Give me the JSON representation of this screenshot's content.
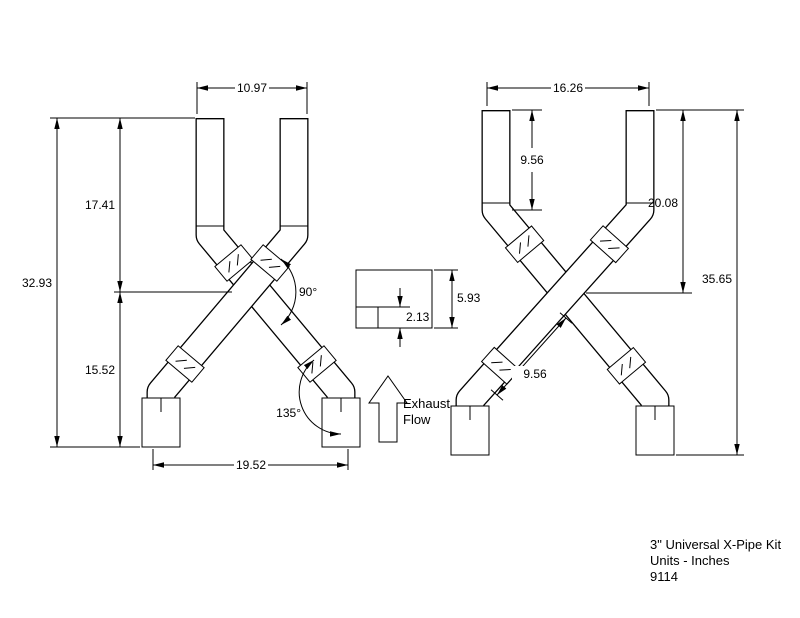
{
  "left_view": {
    "top_width": "10.97",
    "upper_height": "17.41",
    "total_height": "32.93",
    "lower_height": "15.52",
    "bottom_width": "19.52",
    "cross_angle": "90°",
    "bend_angle": "135°"
  },
  "right_view": {
    "top_width": "16.26",
    "top_pipe_length": "9.56",
    "upper_height": "20.08",
    "total_height": "35.65",
    "lower_pipe_length": "9.56"
  },
  "detail_view": {
    "outer_height": "5.93",
    "inset_depth": "2.13"
  },
  "flow_arrow": {
    "label_line1": "Exhaust",
    "label_line2": "Flow"
  },
  "title_block": {
    "product": "3\" Universal X-Pipe Kit",
    "units": "Units - Inches",
    "part_number": "9114"
  },
  "colors": {
    "line": "#000000",
    "background": "#ffffff"
  }
}
